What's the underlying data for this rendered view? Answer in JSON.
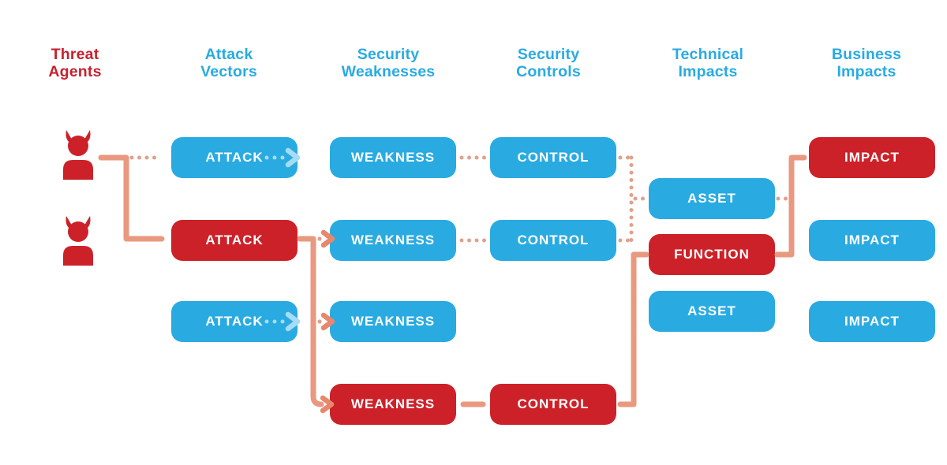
{
  "title": "Threat agent to business impact flow diagram",
  "colors": {
    "red": "#CD2129",
    "blue": "#29ABE2",
    "solid_line_salmon": "#E9997F",
    "arrow_salmon": "#E8876B",
    "dotted_line_salmon": "#E2A08C",
    "light_blue_arrow": "#A7DCF4",
    "node_text": "#FFFFFF",
    "background": "#FFFFFF"
  },
  "headers": [
    {
      "id": "threat-agents",
      "line1": "Threat",
      "line2": "Agents",
      "color": "red"
    },
    {
      "id": "attack-vectors",
      "line1": "Attack",
      "line2": "Vectors",
      "color": "blue"
    },
    {
      "id": "security-weaknesses",
      "line1": "Security",
      "line2": "Weaknesses",
      "color": "blue"
    },
    {
      "id": "security-controls",
      "line1": "Security",
      "line2": "Controls",
      "color": "blue"
    },
    {
      "id": "technical-impacts",
      "line1": "Technical",
      "line2": "Impacts",
      "color": "blue"
    },
    {
      "id": "business-impacts",
      "line1": "Business",
      "line2": "Impacts",
      "color": "blue"
    }
  ],
  "threat_agents": {
    "icon": "devil-person-icon",
    "count": 2
  },
  "nodes": {
    "attack1": {
      "label": "ATTACK",
      "variant": "blue",
      "has_dotted_exit_arrow": true
    },
    "attack2": {
      "label": "ATTACK",
      "variant": "red"
    },
    "attack3": {
      "label": "ATTACK",
      "variant": "blue",
      "has_dotted_exit_arrow": true
    },
    "weakness1": {
      "label": "WEAKNESS",
      "variant": "blue"
    },
    "weakness2": {
      "label": "WEAKNESS",
      "variant": "blue"
    },
    "weakness3": {
      "label": "WEAKNESS",
      "variant": "blue"
    },
    "weakness4": {
      "label": "WEAKNESS",
      "variant": "red"
    },
    "control1": {
      "label": "CONTROL",
      "variant": "blue"
    },
    "control2": {
      "label": "CONTROL",
      "variant": "blue"
    },
    "control4": {
      "label": "CONTROL",
      "variant": "red"
    },
    "asset1": {
      "label": "ASSET",
      "variant": "blue"
    },
    "function1": {
      "label": "FUNCTION",
      "variant": "red"
    },
    "asset2": {
      "label": "ASSET",
      "variant": "blue"
    },
    "impact1": {
      "label": "IMPACT",
      "variant": "red"
    },
    "impact2": {
      "label": "IMPACT",
      "variant": "blue"
    },
    "impact3": {
      "label": "IMPACT",
      "variant": "blue"
    }
  },
  "connections": [
    {
      "from": "threat-agent-1",
      "to": "attack1",
      "style": "dotted"
    },
    {
      "from": "threat-agent-1",
      "to": "attack2",
      "style": "solid"
    },
    {
      "from": "attack2",
      "to": "weakness2",
      "style": "solid-then-dotted-arrow"
    },
    {
      "from": "attack2",
      "to": "weakness3",
      "style": "solid-then-dotted-arrow"
    },
    {
      "from": "attack2",
      "to": "weakness4",
      "style": "solid-arrow"
    },
    {
      "from": "weakness1",
      "to": "control1",
      "style": "dotted"
    },
    {
      "from": "weakness2",
      "to": "control2",
      "style": "dotted"
    },
    {
      "from": "weakness4",
      "to": "control4",
      "style": "solid"
    },
    {
      "from": "control1",
      "to": "asset1",
      "style": "dotted"
    },
    {
      "from": "control2",
      "to": "asset1",
      "style": "dotted"
    },
    {
      "from": "control4",
      "to": "function1",
      "style": "solid"
    },
    {
      "from": "asset1",
      "to": "impact1",
      "style": "dotted"
    },
    {
      "from": "function1",
      "to": "impact1",
      "style": "solid"
    }
  ]
}
